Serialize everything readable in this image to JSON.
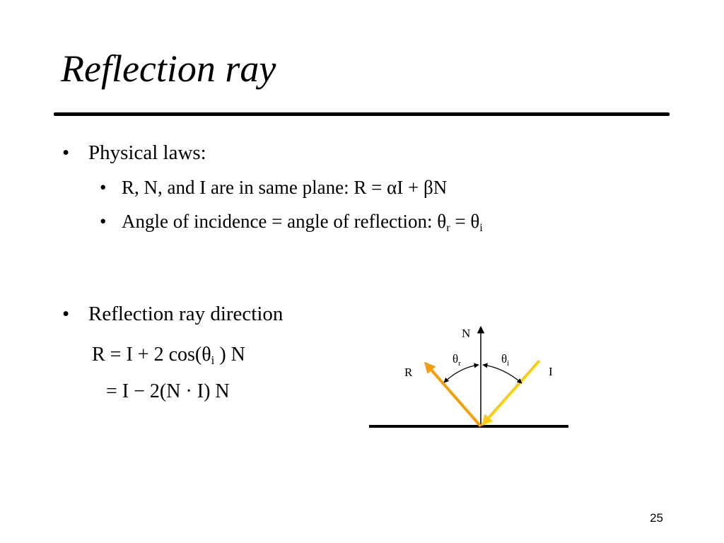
{
  "slide": {
    "title": "Reflection ray",
    "page_number": "25"
  },
  "bullets": {
    "b1": "Physical laws:",
    "b2_text": "R, N, and I are in same plane:  R = αI + βN",
    "b3_text": "Angle of incidence = angle of reflection:  θ",
    "b3_sub_r": "r",
    "b3_mid": " = θ",
    "b3_sub_i": "i",
    "b4": "Reflection ray direction",
    "marker": "•"
  },
  "equations": {
    "eq1_pre": "R = I + 2 cos(θ",
    "eq1_sub": "i",
    "eq1_post": " ) N",
    "eq2": "= I − 2(N · I) N"
  },
  "diagram": {
    "label_n": "N",
    "label_r": "R",
    "label_i": "I",
    "theta_r": "θ",
    "theta_r_sub": "r",
    "theta_i": "θ",
    "theta_i_sub": "i",
    "colors": {
      "reflected_ray": "#f59e0b",
      "incident_ray": "#facc15",
      "surface": "#000000",
      "normal": "#000000"
    }
  }
}
